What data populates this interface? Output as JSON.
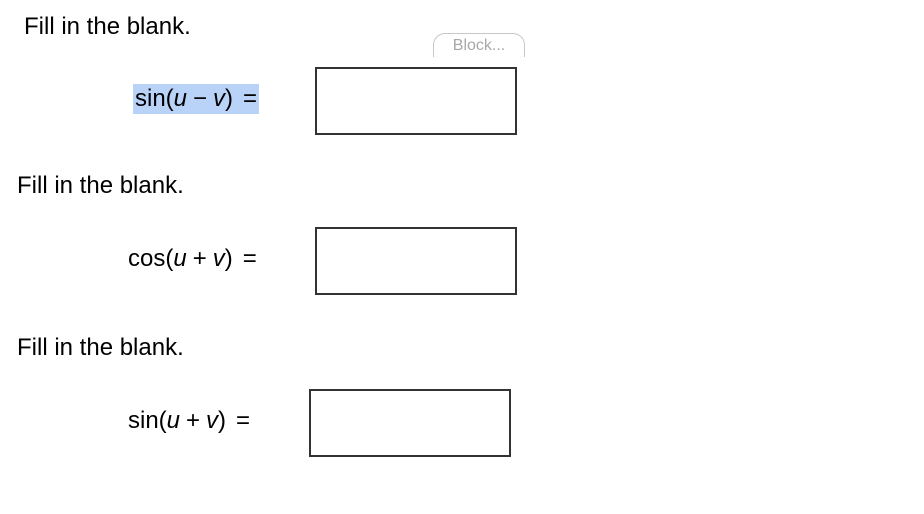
{
  "block_tab": {
    "label": "Block..."
  },
  "questions": [
    {
      "prompt": "Fill in the blank.",
      "func": "sin(",
      "var1": "u",
      "operator": "−",
      "var2": "v",
      "close": ")",
      "equals": "=",
      "answer": ""
    },
    {
      "prompt": "Fill in the blank.",
      "func": "cos(",
      "var1": "u",
      "operator": "+",
      "var2": "v",
      "close": ")",
      "equals": "=",
      "answer": ""
    },
    {
      "prompt": "Fill in the blank.",
      "func": "sin(",
      "var1": "u",
      "operator": "+",
      "var2": "v",
      "close": ")",
      "equals": "=",
      "answer": ""
    }
  ]
}
